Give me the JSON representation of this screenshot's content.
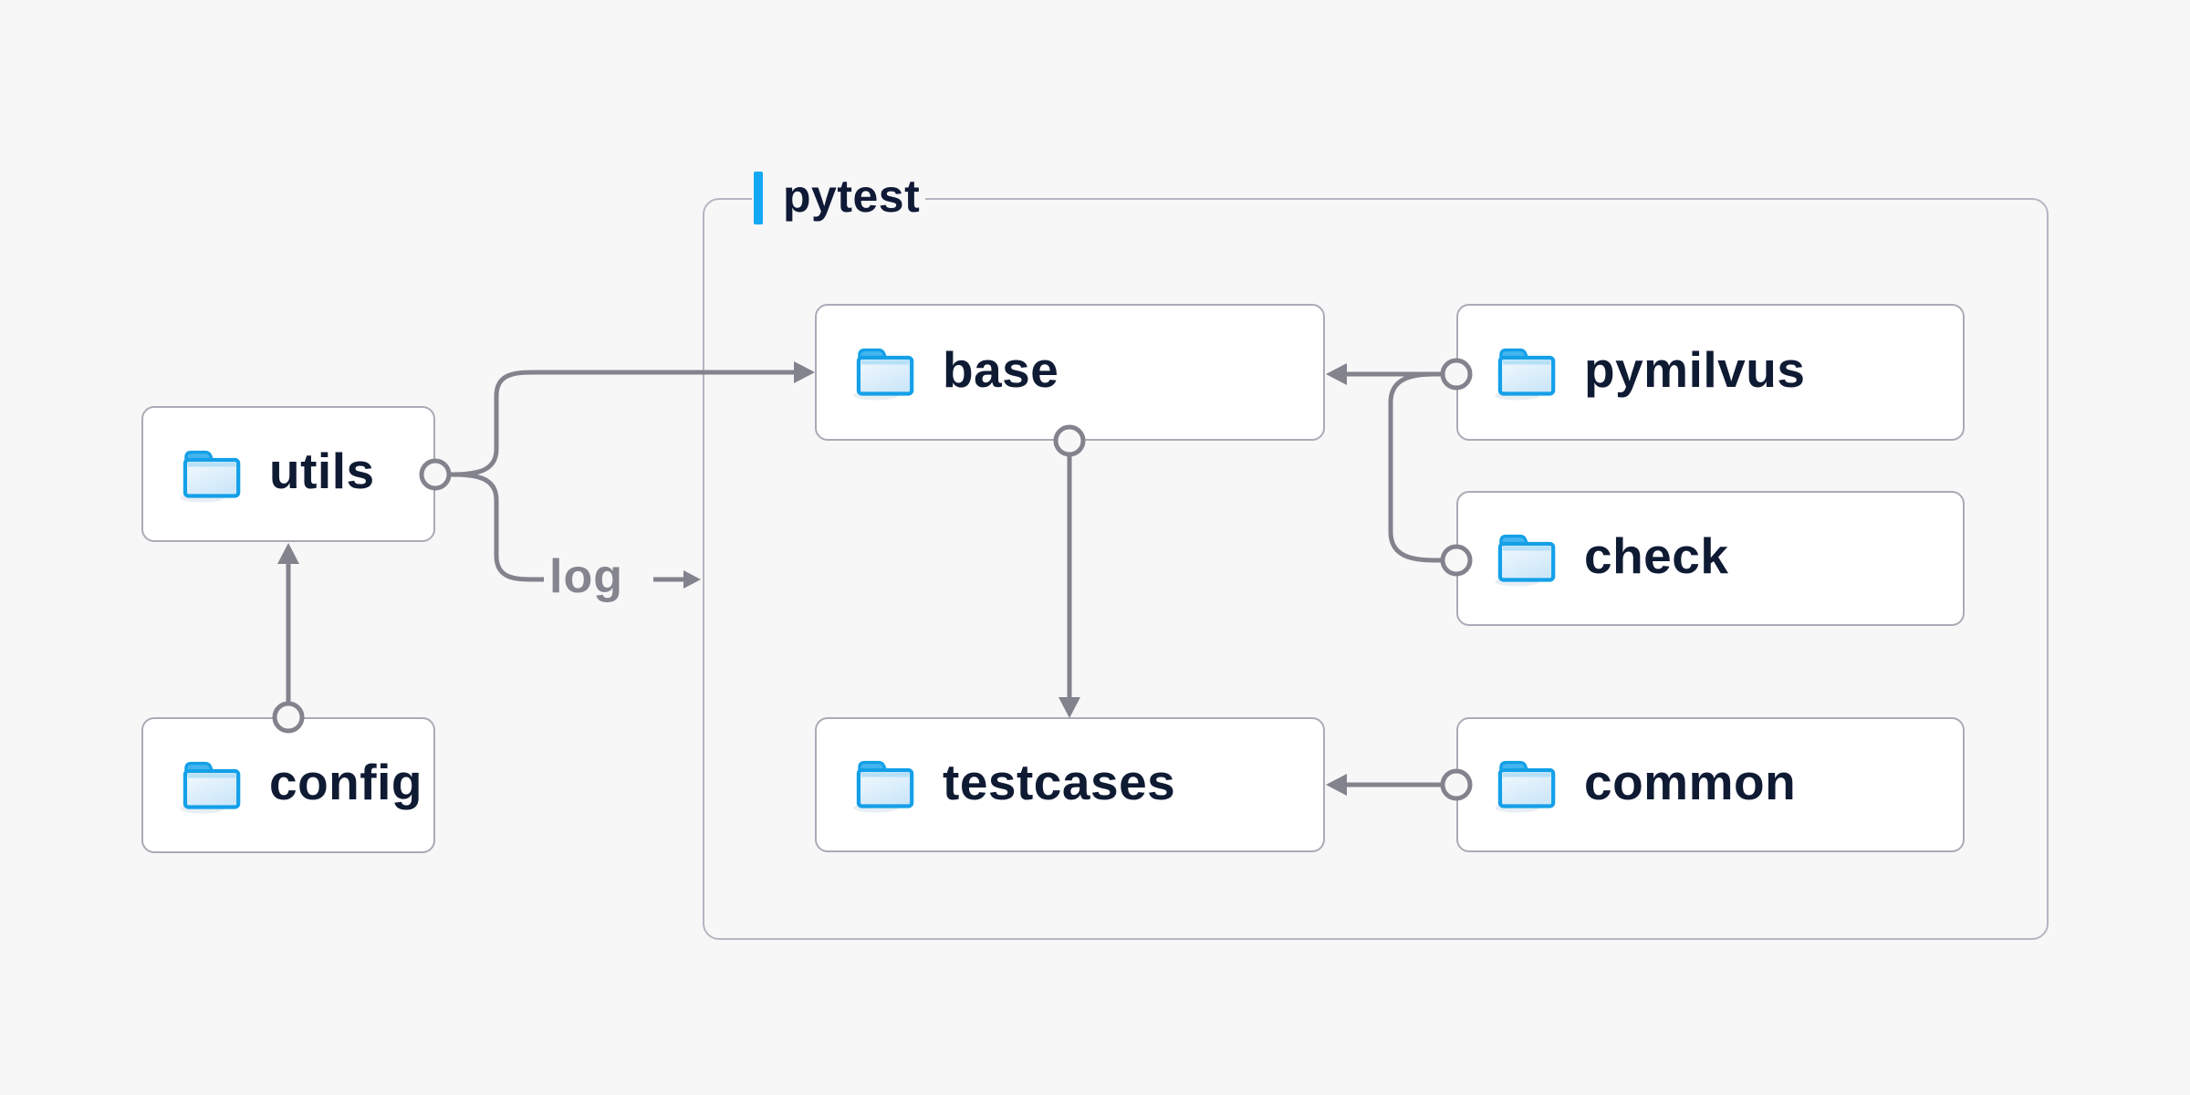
{
  "diagram": {
    "group": {
      "label": "pytest",
      "accent_color": "#12a9f2",
      "border_color": "#b5b6c1"
    },
    "nodes": [
      {
        "id": "utils",
        "label": "utils",
        "icon": "folder-icon",
        "group": null
      },
      {
        "id": "config",
        "label": "config",
        "icon": "folder-icon",
        "group": null
      },
      {
        "id": "base",
        "label": "base",
        "icon": "folder-icon",
        "group": "pytest"
      },
      {
        "id": "pymilvus",
        "label": "pymilvus",
        "icon": "folder-icon",
        "group": "pytest"
      },
      {
        "id": "check",
        "label": "check",
        "icon": "folder-icon",
        "group": "pytest"
      },
      {
        "id": "testcases",
        "label": "testcases",
        "icon": "folder-icon",
        "group": "pytest"
      },
      {
        "id": "common",
        "label": "common",
        "icon": "folder-icon",
        "group": "pytest"
      }
    ],
    "edge_label": "log",
    "edges": [
      {
        "from": "config",
        "to": "utils",
        "label": ""
      },
      {
        "from": "utils",
        "to": "base",
        "label": ""
      },
      {
        "from": "utils",
        "to": "pytest",
        "label": "log"
      },
      {
        "from": "base",
        "to": "testcases",
        "label": ""
      },
      {
        "from": "pymilvus",
        "to": "base",
        "label": ""
      },
      {
        "from": "check",
        "to": "base",
        "label": ""
      },
      {
        "from": "common",
        "to": "testcases",
        "label": ""
      }
    ],
    "colors": {
      "background": "#f7f7f8",
      "node_fill": "#ffffff",
      "node_border": "#a9acb5",
      "node_text": "#0f1a33",
      "connector": "#82838d",
      "group_border": "#b5b6c1",
      "accent_blue": "#12a9f2",
      "folder_stroke": "#14a0e8",
      "folder_tab": "#45b5ef"
    }
  }
}
